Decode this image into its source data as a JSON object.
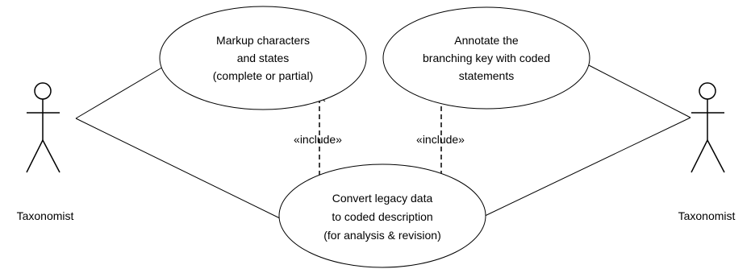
{
  "diagram": {
    "actors": [
      {
        "id": "actor-left",
        "label": "Taxonomist"
      },
      {
        "id": "actor-right",
        "label": "Taxonomist"
      }
    ],
    "use_cases": [
      {
        "id": "markup",
        "lines": [
          "Markup characters",
          "and states",
          "(complete or partial)"
        ]
      },
      {
        "id": "annotate",
        "lines": [
          "Annotate the",
          "branching key with coded",
          "statements"
        ]
      },
      {
        "id": "convert",
        "lines": [
          "Convert legacy data",
          "to coded description",
          "(for analysis & revision)"
        ]
      }
    ],
    "includes": [
      {
        "from": "convert",
        "to": "markup",
        "label": "«include»"
      },
      {
        "from": "convert",
        "to": "annotate",
        "label": "«include»"
      }
    ]
  }
}
